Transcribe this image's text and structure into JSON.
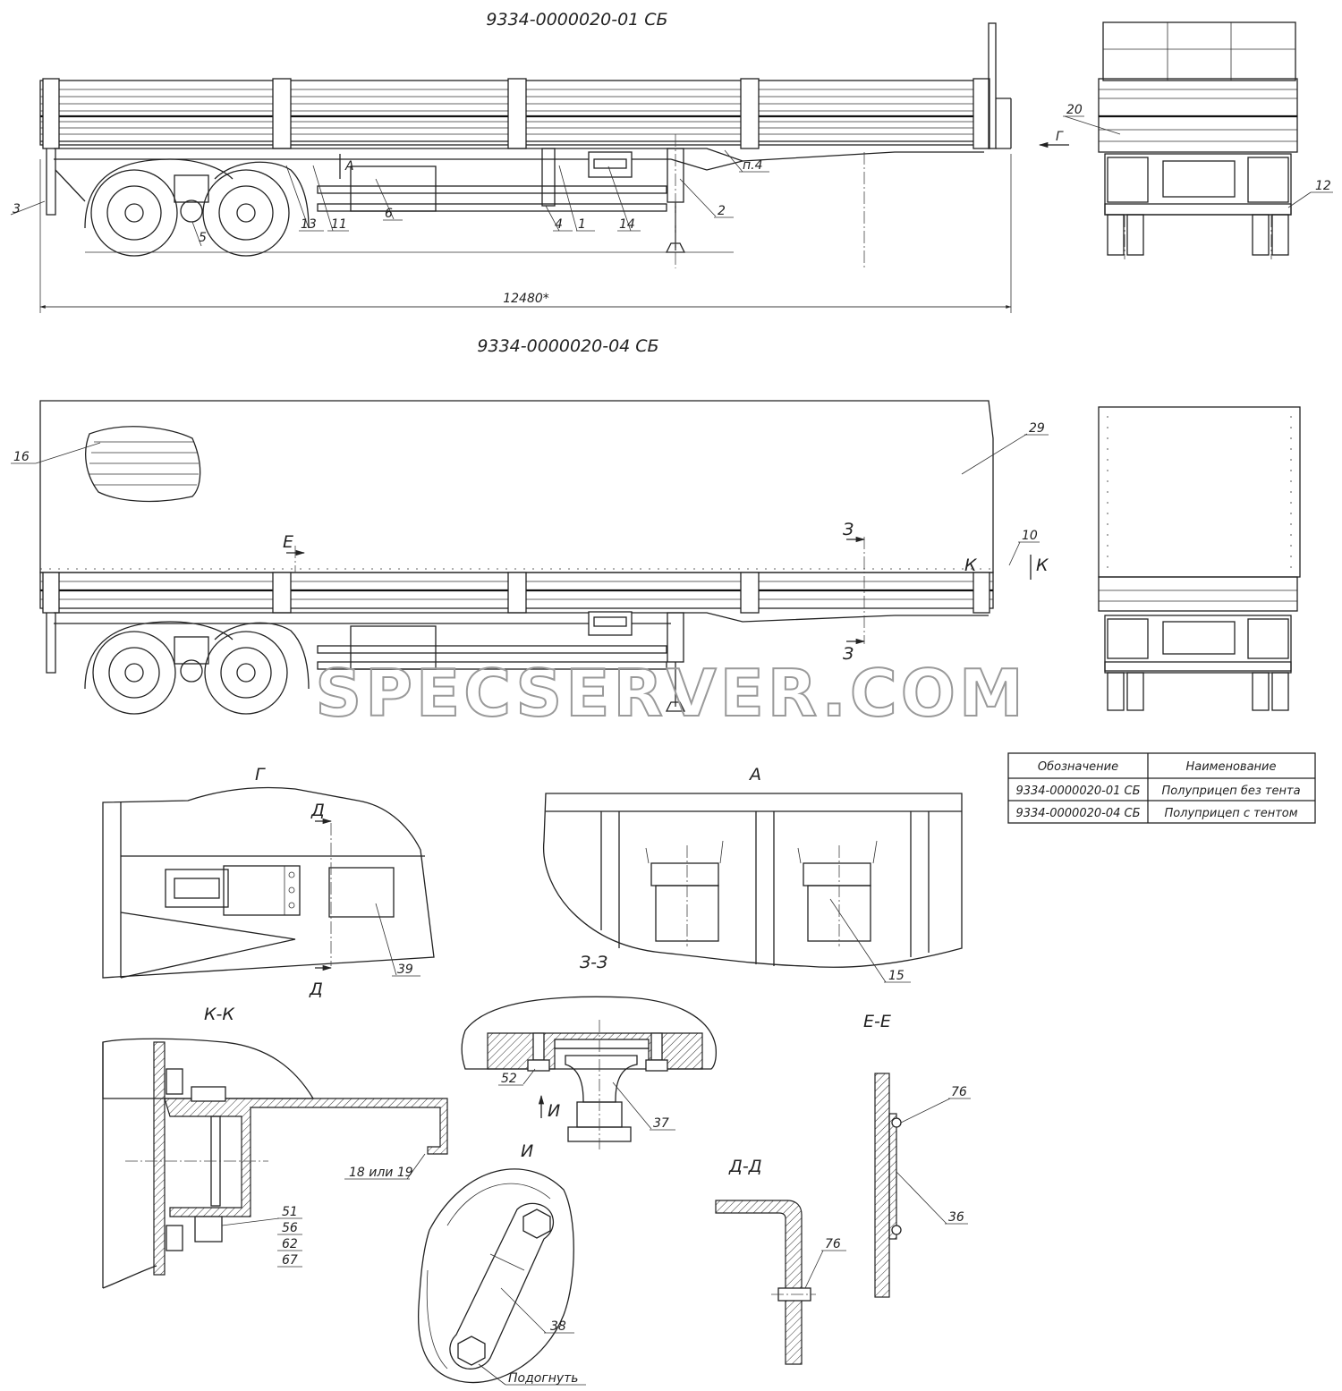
{
  "titles": {
    "top": "9334-0000020-01 СБ",
    "bottom": "9334-0000020-04 СБ"
  },
  "dimension": "12480*",
  "callouts_top": [
    "3",
    "5",
    "13",
    "11",
    "6",
    "4",
    "1",
    "14",
    "2",
    "п.4",
    "20",
    "12"
  ],
  "arrow_g": "Г",
  "callouts_bottom": [
    "16",
    "29",
    "10",
    "К",
    "К",
    "Е",
    "З",
    "З"
  ],
  "views": {
    "g": "Г",
    "a": "А",
    "zz": "З-З",
    "kk": "К-К",
    "ee": "Е-Е",
    "i": "И",
    "dd": "Д-Д",
    "d_mark": "Д",
    "i_mark": "И",
    "a_mark": "А"
  },
  "detail_callouts": {
    "n39": "39",
    "n15": "15",
    "n52": "52",
    "n37": "37",
    "n76a": "76",
    "n36": "36",
    "n18": "18 или 19",
    "n51": "51",
    "n56": "56",
    "n62": "62",
    "n67": "67",
    "n38": "38",
    "n76b": "76",
    "bend": "Подогнуть"
  },
  "table": {
    "headers": [
      "Обозначение",
      "Наименование"
    ],
    "rows": [
      [
        "9334-0000020-01 СБ",
        "Полуприцеп без тента"
      ],
      [
        "9334-0000020-04 СБ",
        "Полуприцеп с тентом"
      ]
    ]
  },
  "watermark": "SPECSERVER.COM"
}
